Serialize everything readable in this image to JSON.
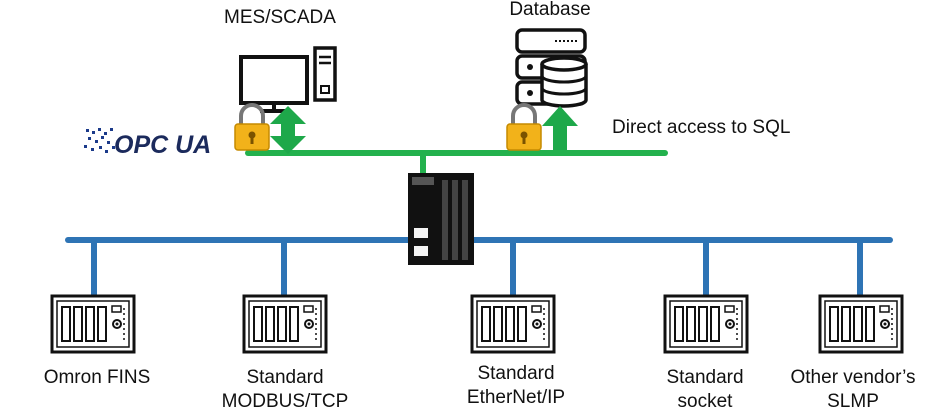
{
  "nodes": {
    "mes_scada": "MES/SCADA",
    "database": "Database",
    "direct_sql": "Direct access to SQL",
    "opcua_logo_text": "OPC UA"
  },
  "devices": [
    {
      "line1": "Omron FINS",
      "line2": ""
    },
    {
      "line1": "Standard",
      "line2": "MODBUS/TCP"
    },
    {
      "line1": "Standard",
      "line2": "EtherNet/IP"
    },
    {
      "line1": "Standard",
      "line2": "socket"
    },
    {
      "line1": "Other vendor’s",
      "line2": "SLMP"
    }
  ],
  "colors": {
    "upper_network": "#23b14d",
    "lower_network": "#2e74b5",
    "arrow": "#1ea84a",
    "lock_body": "#f2b21a",
    "logo_blue": "#1b3a8a"
  },
  "icons": [
    "monitor-icon",
    "pc-tower-icon",
    "database-server-icon",
    "lock-icon",
    "controller-icon",
    "device-icon"
  ]
}
